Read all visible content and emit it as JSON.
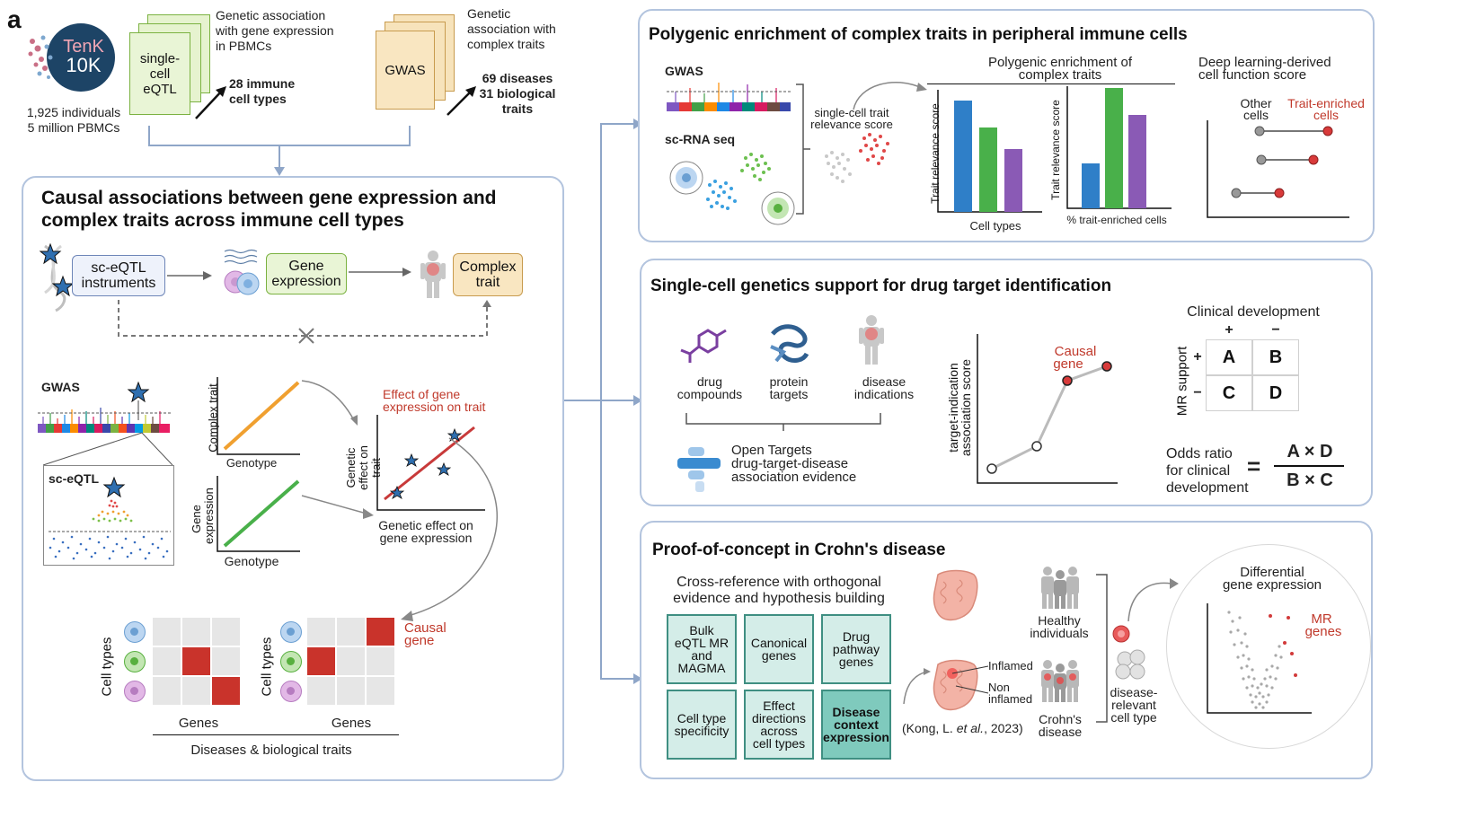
{
  "panel_letter": "a",
  "logo": {
    "line1": "TenK",
    "line2": "10K"
  },
  "cohort": {
    "line1": "1,925 individuals",
    "line2": "5 million PBMCs"
  },
  "eqtl_stack": {
    "label_l1": "single-",
    "label_l2": "cell",
    "label_l3": "eQTL"
  },
  "eqtl_desc": {
    "l1": "Genetic association",
    "l2": "with gene expression",
    "l3": "in PBMCs"
  },
  "eqtl_count": {
    "l1": "28 immune",
    "l2": "cell types"
  },
  "gwas_stack": {
    "label": "GWAS"
  },
  "gwas_desc": {
    "l1": "Genetic",
    "l2": "association with",
    "l3": "complex traits"
  },
  "gwas_count": {
    "l1": "69 diseases",
    "l2": "31 biological",
    "l3": "traits"
  },
  "causal_panel": {
    "title_l1": "Causal associations between gene expression and",
    "title_l2": "complex traits across immune cell types",
    "instruments_l1": "sc-eQTL",
    "instruments_l2": "instruments",
    "gene_expr_l1": "Gene",
    "gene_expr_l2": "expression",
    "complex_trait_l1": "Complex",
    "complex_trait_l2": "trait",
    "gwas_label": "GWAS",
    "sceqtl_label": "sc-eQTL",
    "plot1_ylabel": "Complex trait",
    "plot1_xlabel": "Genotype",
    "plot2_ylabel_l1": "Gene",
    "plot2_ylabel_l2": "expression",
    "plot2_xlabel": "Genotype",
    "mr_title_l1": "Effect of gene",
    "mr_title_l2": "expression on trait",
    "mr_ylabel_l1": "Genetic",
    "mr_ylabel_l2": "effect on trait",
    "mr_xlabel_l1": "Genetic effect on",
    "mr_xlabel_l2": "gene expression",
    "heat_ylabel": "Cell types",
    "heat_xlabel": "Genes",
    "causal_gene_l1": "Causal",
    "causal_gene_l2": "gene",
    "footer": "Diseases & biological traits"
  },
  "enrich_panel": {
    "title": "Polygenic enrichment of complex traits in peripheral immune cells",
    "gwas_label": "GWAS",
    "scrna_label": "sc-RNA seq",
    "score_l1": "single-cell trait",
    "score_l2": "relevance score",
    "chart_title_l1": "Polygenic enrichment of",
    "chart_title_l2": "complex traits",
    "bar1_ylabel": "Trait relevance score",
    "bar1_xlabel": "Cell types",
    "bar2_ylabel": "Trait relevance score",
    "bar2_xlabel": "% trait-enriched cells",
    "dl_title_l1": "Deep learning-derived",
    "dl_title_l2": "cell function score",
    "other_l1": "Other",
    "other_l2": "cells",
    "enriched_l1": "Trait-enriched",
    "enriched_l2": "cells",
    "colors": {
      "blue": "#2f7fc8",
      "green": "#49b04a",
      "purple": "#8a5ab5"
    }
  },
  "drug_panel": {
    "title": "Single-cell genetics support for drug target identification",
    "drug_l1": "drug",
    "drug_l2": "compounds",
    "protein_l1": "protein",
    "protein_l2": "targets",
    "disease_l1": "disease",
    "disease_l2": "indications",
    "ot_l1": "Open Targets",
    "ot_l2": "drug-target-disease",
    "ot_l3": "association evidence",
    "plot_ylabel_l1": "target-indication",
    "plot_ylabel_l2": "association score",
    "causal_l1": "Causal",
    "causal_l2": "gene",
    "clin_title": "Clinical development",
    "plus": "+",
    "minus": "−",
    "mr_support": "MR support",
    "cells": [
      "A",
      "B",
      "C",
      "D"
    ],
    "odds_l1": "Odds ratio",
    "odds_l2": "for clinical",
    "odds_l3": "development",
    "equals": "=",
    "num": "A × D",
    "den": "B × C"
  },
  "crohn_panel": {
    "title": "Proof-of-concept in Crohn's disease",
    "cross_l1": "Cross-reference with orthogonal",
    "cross_l2": "evidence and hypothesis building",
    "tiles": [
      {
        "l1": "Bulk",
        "l2": "eQTL MR",
        "l3": "and",
        "l4": "MAGMA"
      },
      {
        "l1": "Canonical",
        "l2": "genes",
        "l3": "",
        "l4": ""
      },
      {
        "l1": "Drug",
        "l2": "pathway",
        "l3": "genes",
        "l4": ""
      },
      {
        "l1": "Cell type",
        "l2": "specificity",
        "l3": "",
        "l4": ""
      },
      {
        "l1": "Effect",
        "l2": "directions",
        "l3": "across",
        "l4": "cell types"
      },
      {
        "l1": "Disease",
        "l2": "context",
        "l3": "expression",
        "l4": ""
      }
    ],
    "inflamed": "Inflamed",
    "non_l1": "Non",
    "non_l2": "inflamed",
    "citation_pre": "(Kong, L. ",
    "citation_em": "et al.",
    "citation_post": ", 2023)",
    "healthy_l1": "Healthy",
    "healthy_l2": "individuals",
    "crohn_l1": "Crohn's",
    "crohn_l2": "disease",
    "relevant_l1": "disease-",
    "relevant_l2": "relevant",
    "relevant_l3": "cell type",
    "diff_l1": "Differential",
    "diff_l2": "gene expression",
    "mr_genes_l1": "MR",
    "mr_genes_l2": "genes"
  }
}
